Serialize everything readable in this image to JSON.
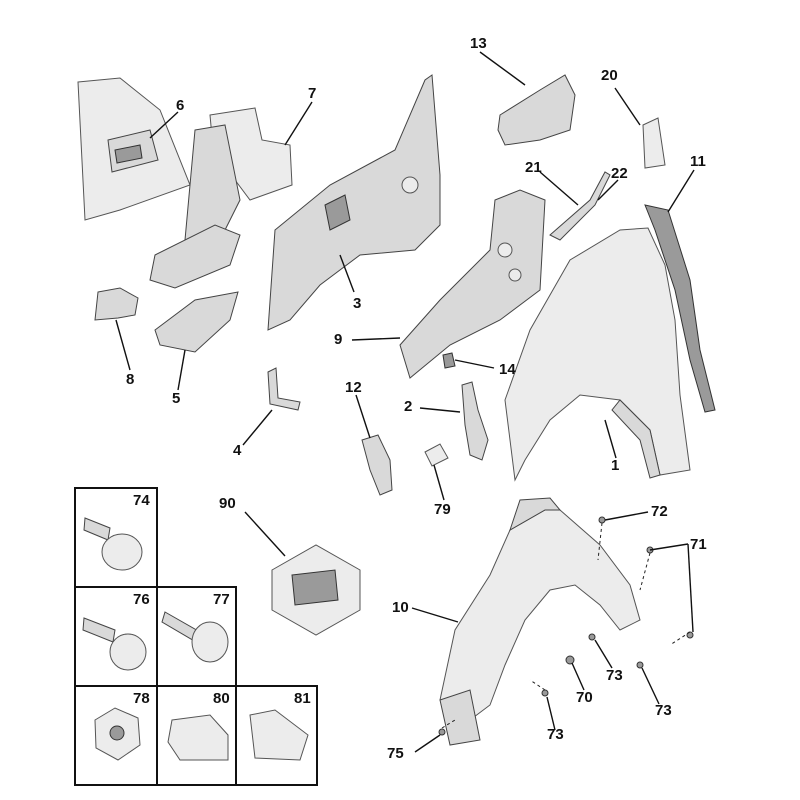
{
  "labels": {
    "p1": "1",
    "p2": "2",
    "p3": "3",
    "p4": "4",
    "p5": "5",
    "p6": "6",
    "p7": "7",
    "p8": "8",
    "p9": "9",
    "p10": "10",
    "p11": "11",
    "p12": "12",
    "p13": "13",
    "p14": "14",
    "p20": "20",
    "p21": "21",
    "p22": "22",
    "p70": "70",
    "p71": "71",
    "p72": "72",
    "p73a": "73",
    "p73b": "73",
    "p73c": "73",
    "p75": "75",
    "p79": "79",
    "p90": "90"
  },
  "boxes": {
    "b74": "74",
    "b76": "76",
    "b77": "77",
    "b78": "78",
    "b80": "80",
    "b81": "81"
  }
}
